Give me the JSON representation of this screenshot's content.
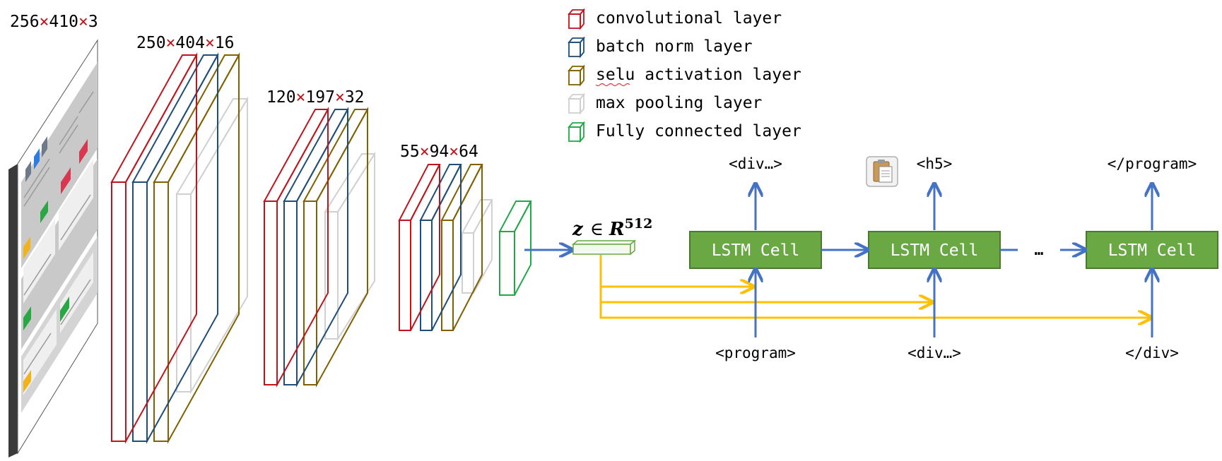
{
  "colors": {
    "conv": "#c0141c",
    "batchnorm": "#1f4e79",
    "selu": "#806000",
    "maxpool": "#d0d0d0",
    "fc": "#22a84a",
    "lstm_fill": "#6aa844",
    "lstm_border": "#4a7a2e",
    "arrow_blue": "#4472c4",
    "arrow_yellow": "#ffc000"
  },
  "input": {
    "dims": [
      "256",
      "410",
      "3"
    ]
  },
  "conv_blocks": [
    {
      "dims": [
        "250",
        "404",
        "16"
      ]
    },
    {
      "dims": [
        "120",
        "197",
        "32"
      ]
    },
    {
      "dims": [
        "55",
        "94",
        "64"
      ]
    }
  ],
  "times_sign": "×",
  "legend": [
    {
      "label": "convolutional layer",
      "color_key": "conv"
    },
    {
      "label": "batch norm layer",
      "color_key": "batchnorm"
    },
    {
      "label": "selu activation layer",
      "color_key": "selu"
    },
    {
      "label": "max pooling layer",
      "color_key": "maxpool"
    },
    {
      "label": "Fully connected layer",
      "color_key": "fc"
    }
  ],
  "latent": {
    "symbol": "z",
    "member": "∈",
    "space": "R",
    "exponent": "512"
  },
  "lstm_cells": [
    {
      "label": "LSTM Cell",
      "input_token": "<program>",
      "output_token": "<div…>"
    },
    {
      "label": "LSTM Cell",
      "input_token": "<div…>",
      "output_token": "<h5>"
    },
    {
      "label": "LSTM Cell",
      "input_token": "</div>",
      "output_token": "</program>"
    }
  ],
  "ellipsis": "…",
  "clipboard_icon": "clipboard-icon"
}
